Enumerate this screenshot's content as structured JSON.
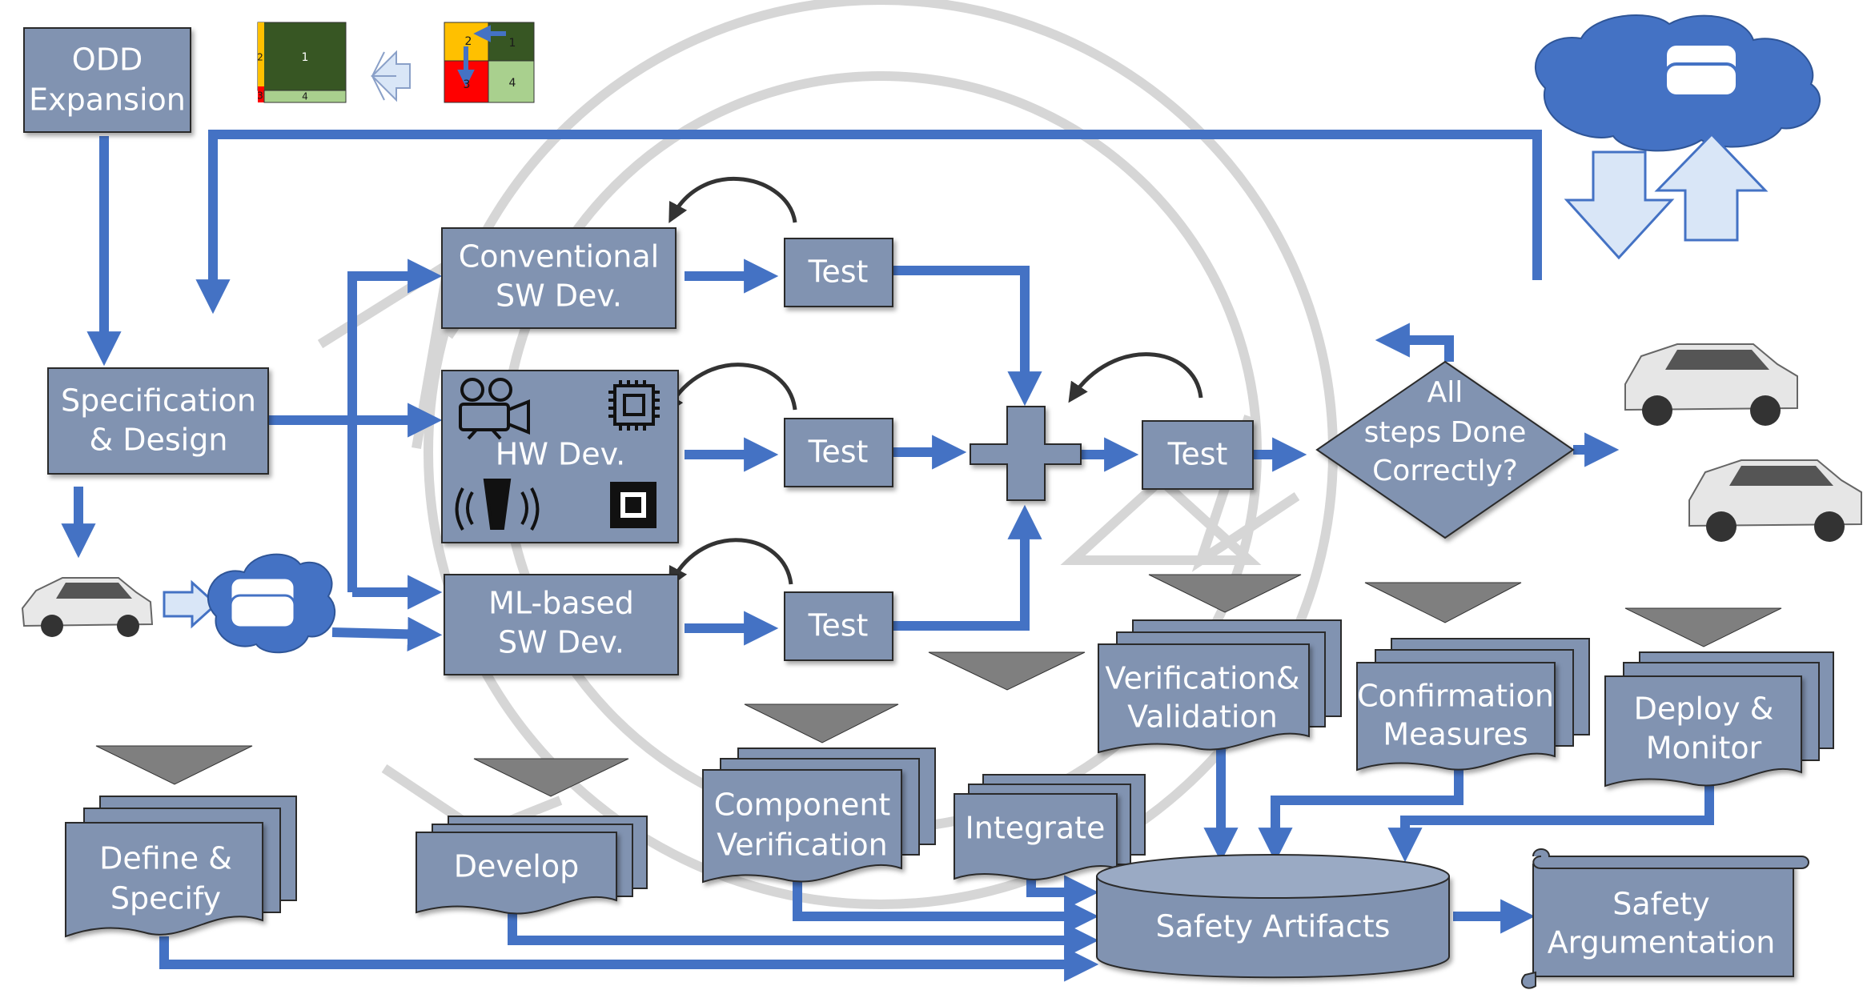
{
  "colors": {
    "box_fill": "#8193b1",
    "box_stroke": "#2b2b2b",
    "arrow_blue": "#4472c4",
    "cloud_blue": "#4472c4",
    "watermark": "#d6d6d6",
    "tri_gray": "#7f7f7f",
    "grid_green_dark": "#375623",
    "grid_green_light": "#a9d08e",
    "grid_yellow": "#ffc000",
    "grid_red": "#ff0000"
  },
  "boxes": {
    "odd_expansion": [
      "ODD",
      "Expansion"
    ],
    "spec_design": [
      "Specification",
      "& Design"
    ],
    "conv_sw": [
      "Conventional",
      "SW Dev."
    ],
    "hw_dev": [
      "HW Dev."
    ],
    "ml_sw": [
      "ML-based",
      "SW Dev."
    ],
    "test_conv": "Test",
    "test_hw": "Test",
    "test_ml": "Test",
    "test_final": "Test",
    "decision": [
      "All",
      "steps Done",
      "Correctly?"
    ]
  },
  "docs": {
    "define_specify": [
      "Define &",
      "Specify"
    ],
    "develop": [
      "Develop"
    ],
    "component_verification": [
      "Component",
      "Verification"
    ],
    "integrate": [
      "Integrate"
    ],
    "verification_validation": [
      "Verification&",
      "Validation"
    ],
    "confirmation_measures": [
      "Confirmation",
      "Measures"
    ],
    "deploy_monitor": [
      "Deploy &",
      "Monitor"
    ]
  },
  "safety_artifacts": "Safety Artifacts",
  "safety_argumentation": [
    "Safety",
    "Argumentation"
  ],
  "grid_labels": {
    "left": [
      "1",
      "2",
      "3",
      "4"
    ],
    "right": [
      "1",
      "2",
      "3",
      "4"
    ]
  },
  "icons": [
    "camera-icon",
    "chip-icon",
    "radar-icon",
    "processor-icon",
    "car-icon",
    "database-icon",
    "cloud-icon",
    "loop-arrow-icon"
  ]
}
